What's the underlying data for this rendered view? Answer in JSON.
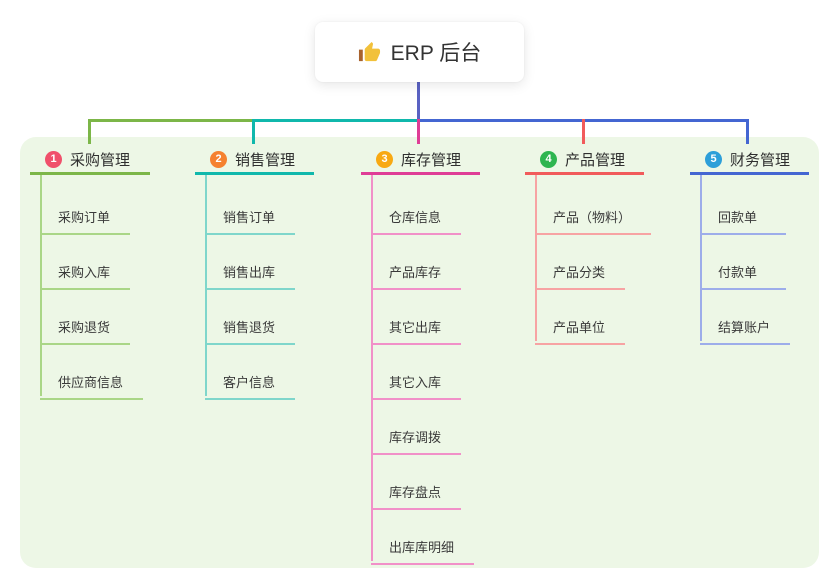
{
  "root": {
    "title": "ERP 后台",
    "icon": "thumbs-up-icon",
    "stem_color": "#5a62c3"
  },
  "panel": {
    "background": "#edf7e6"
  },
  "branches": [
    {
      "badge": "1",
      "label": "采购管理",
      "color": "#7cb648",
      "light_color": "#aad687",
      "badge_color": "#f0506b",
      "children": [
        "采购订单",
        "采购入库",
        "采购退货",
        "供应商信息"
      ]
    },
    {
      "badge": "2",
      "label": "销售管理",
      "color": "#10b8ac",
      "light_color": "#7fd6cb",
      "badge_color": "#f5812f",
      "children": [
        "销售订单",
        "销售出库",
        "销售退货",
        "客户信息"
      ]
    },
    {
      "badge": "3",
      "label": "库存管理",
      "color": "#df3d96",
      "light_color": "#f190c8",
      "badge_color": "#f8a912",
      "children": [
        "仓库信息",
        "产品库存",
        "其它出库",
        "其它入库",
        "库存调拨",
        "库存盘点",
        "出库库明细"
      ]
    },
    {
      "badge": "4",
      "label": "产品管理",
      "color": "#f15b5b",
      "light_color": "#f7a3a3",
      "badge_color": "#2eb550",
      "children": [
        "产品（物料）",
        "产品分类",
        "产品单位"
      ]
    },
    {
      "badge": "5",
      "label": "财务管理",
      "color": "#4466d2",
      "light_color": "#9dadea",
      "badge_color": "#2d9fd9",
      "children": [
        "回款单",
        "付款单",
        "结算账户"
      ]
    }
  ]
}
